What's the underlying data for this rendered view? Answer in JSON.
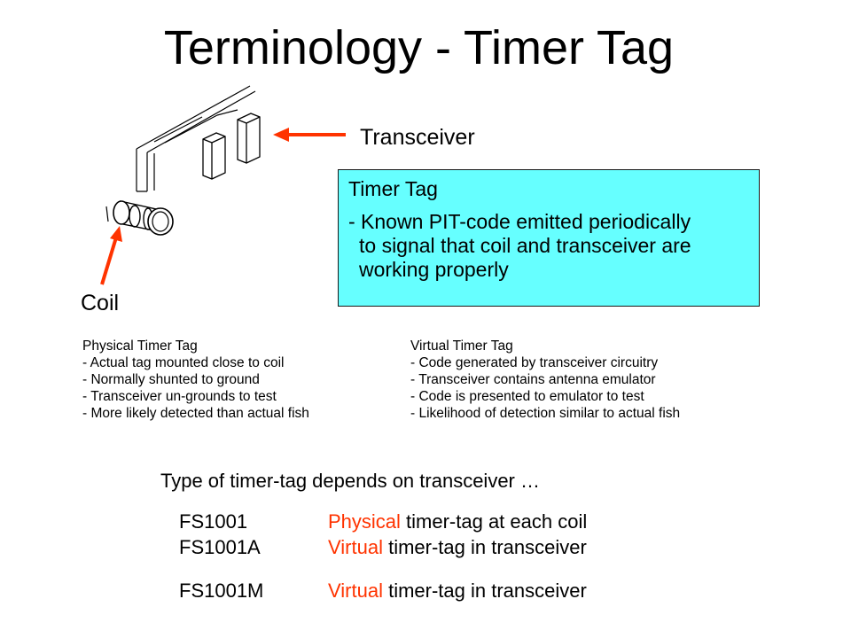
{
  "title": "Terminology - Timer Tag",
  "diagram": {
    "transceiver_label": "Transceiver",
    "coil_label": "Coil",
    "arrow_color": "#ff3300"
  },
  "timer_tag_box": {
    "heading": "Timer Tag",
    "lines": [
      "- Known PIT-code emitted periodically",
      "to signal that coil and transceiver are",
      "working properly"
    ],
    "background": "#66ffff"
  },
  "physical": {
    "heading": "Physical Timer Tag",
    "items": [
      "- Actual tag mounted close to coil",
      "- Normally shunted to ground",
      "- Transceiver un-grounds to test",
      "- More likely detected than actual fish"
    ]
  },
  "virtual": {
    "heading": "Virtual Timer Tag",
    "items": [
      "- Code generated by transceiver circuitry",
      "- Transceiver contains antenna emulator",
      "- Code is presented to emulator to test",
      "- Likelihood of detection similar to actual fish"
    ]
  },
  "summary": {
    "lead": "Type of timer-tag depends on transceiver …",
    "rows": [
      {
        "model": "FS1001",
        "kind": "Physical",
        "rest": " timer-tag at each coil"
      },
      {
        "model": "FS1001A",
        "kind": "Virtual",
        "rest": " timer-tag in transceiver"
      },
      {
        "model": "FS1001M",
        "kind": "Virtual",
        "rest": " timer-tag in transceiver"
      }
    ],
    "highlight_color": "#ff3300"
  }
}
